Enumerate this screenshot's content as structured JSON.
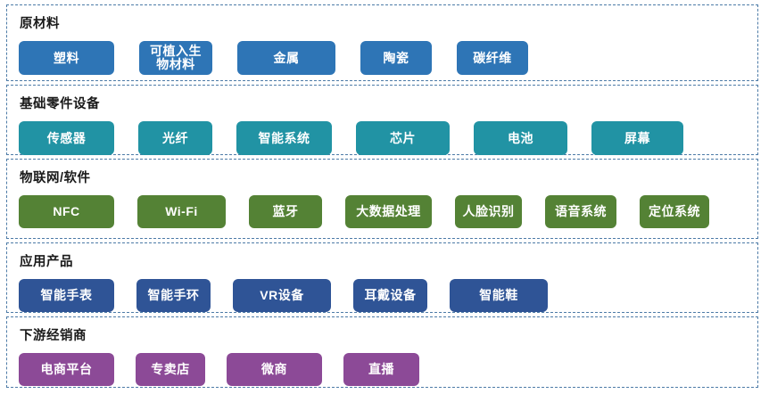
{
  "colors": {
    "background": "#ffffff",
    "box_border": "#4d7ba7",
    "raw_materials_accent": "#2E75B6",
    "components_accent": "#2193A4",
    "iot_software_accent": "#548235",
    "application_products_accent": "#2F5496",
    "distributors_accent": "#8C4A97",
    "button_text": "#ffffff"
  },
  "sections": [
    {
      "id": "raw-materials",
      "label": "原材料",
      "color": "#2E75B6",
      "items": [
        "塑料",
        "可植入生\n物材料",
        "金属",
        "陶瓷",
        "碳纤维"
      ]
    },
    {
      "id": "basic-components-equipment",
      "label": "基础零件设备",
      "color": "#2193A4",
      "items": [
        "传感器",
        "光纤",
        "智能系统",
        "芯片",
        "电池",
        "屏幕"
      ]
    },
    {
      "id": "iot-software",
      "label": "物联网/软件",
      "color": "#548235",
      "items": [
        "NFC",
        "Wi-Fi",
        "蓝牙",
        "大数据处理",
        "人脸识别",
        "语音系统",
        "定位系统"
      ]
    },
    {
      "id": "application-products",
      "label": "应用产品",
      "color": "#2F5496",
      "items": [
        "智能手表",
        "智能手环",
        "VR设备",
        "耳戴设备",
        "智能鞋"
      ]
    },
    {
      "id": "downstream-distributors",
      "label": "下游经销商",
      "color": "#8C4A97",
      "items": [
        "电商平台",
        "专卖店",
        "微商",
        "直播"
      ]
    }
  ]
}
